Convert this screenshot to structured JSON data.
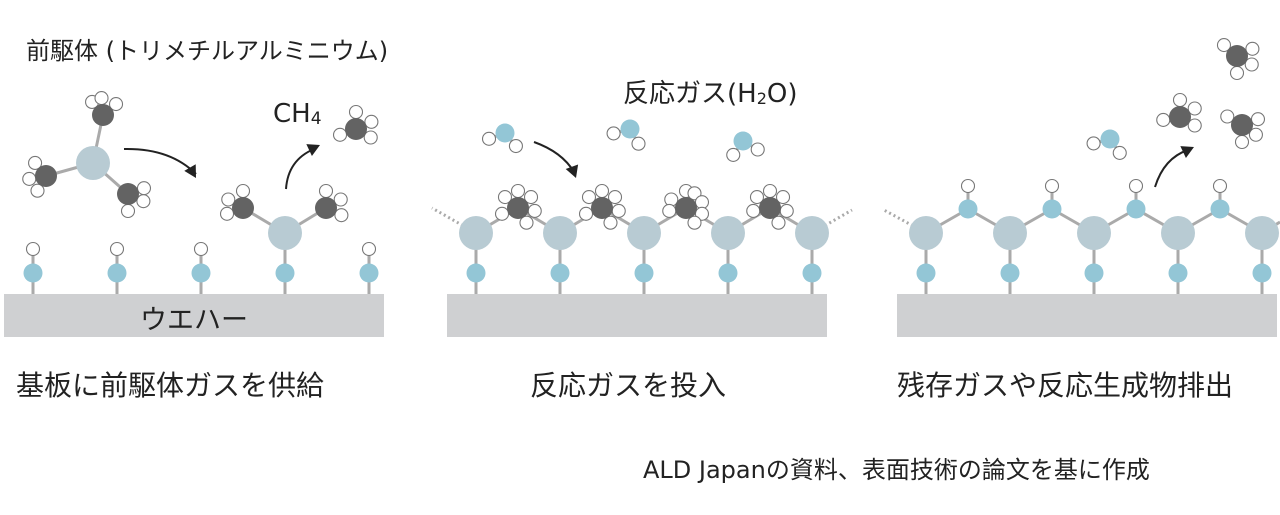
{
  "labels": {
    "precursor": "前駆体 (トリメチルアルミニウム)",
    "ch4_main": "CH",
    "ch4_sub": "4",
    "h2o_prefix": "反応ガス(H",
    "h2o_sub": "2",
    "h2o_suffix": "O)",
    "wafer": "ウエハー"
  },
  "steps": [
    {
      "caption": "基板に前駆体ガスを供給"
    },
    {
      "caption": "反応ガスを投入"
    },
    {
      "caption": "残存ガスや反応生成物排出"
    }
  ],
  "source_note": "ALD Japanの資料、表面技術の論文を基に作成",
  "legend_colors": {
    "aluminum": "#b8cbd3",
    "carbon": "#636363",
    "oxygen": "#93c6d6",
    "hydrogen": "#ffffff",
    "bond": "#aaaaaa",
    "wafer": "#cfd0d2",
    "arrow": "#222222"
  }
}
